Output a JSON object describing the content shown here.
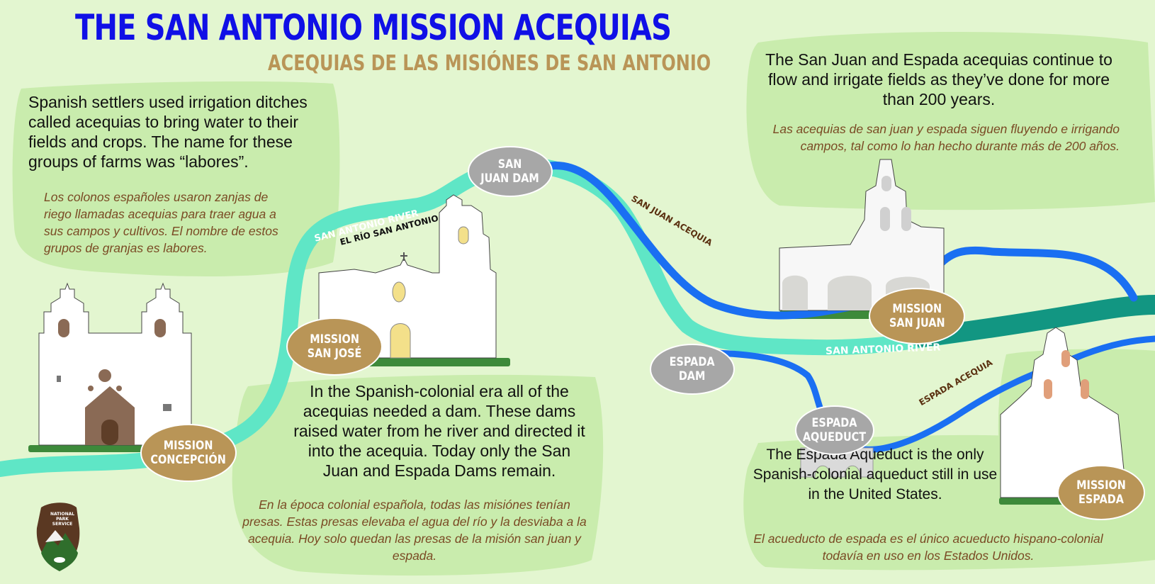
{
  "header": {
    "title": "THE SAN ANTONIO MISSION ACEQUIAS",
    "subtitle": "ACEQUIAS DE LAS MISIÓNES DE SAN ANTONIO"
  },
  "intro": {
    "en": "Spanish settlers used irrigation ditches called acequias to bring water to their fields and crops. The name for these groups of farms was “labores”.",
    "es": "Los colonos españoles usaron zanjas de riego llamadas acequias para traer agua a sus campos y cultivos. El nombre de estos grupos de granjas es labores."
  },
  "dams": {
    "en": "In the Spanish-colonial era all of the acequias needed a dam. These dams raised water from he river and directed it into the acequia. Today only the San Juan and Espada Dams remain.",
    "es": "En la época colonial española, todas las misiónes tenían presas. Estas presas elevaba el agua del río y la desviaba a la acequia. Hoy solo quedan las presas de la misión san juan y espada."
  },
  "flow": {
    "en": "The San Juan and Espada acequias continue to flow and irrigate fields as they’ve done for more than 200 years.",
    "es": "Las acequias de san juan y espada siguen fluyendo e irrigando campos, tal como lo han hecho durante más de 200 años."
  },
  "aqueduct": {
    "en": "The Espada Aqueduct is the only Spanish-colonial aqueduct still in use in the United States.",
    "es": "El acueducto de espada es el único acueducto hispano-colonial todavía en uso en los Estados Unidos."
  },
  "map_labels": {
    "river_upper": "SAN ANTONIO RIVER",
    "river_upper_es": "EL RÍO SAN ANTONIO",
    "river_lower": "SAN ANTONIO RIVER",
    "san_juan_acequia": "SAN JUAN ACEQUIA",
    "espada_acequia": "ESPADA ACEQUIA"
  },
  "places": {
    "concepcion": "MISSION\nCONCEPCIÓN",
    "san_jose": "MISSION\nSAN JOSÉ",
    "san_juan_dam": "SAN\nJUAN DAM",
    "espada_dam": "ESPADA\nDAM",
    "san_juan": "MISSION\nSAN JUAN",
    "espada_aqueduct": "ESPADA\nAQUEDUCT",
    "espada": "MISSION\nESPADA"
  },
  "logo": {
    "text": "NATIONAL PARK SERVICE"
  },
  "colors": {
    "background": "#e3f6d0",
    "panel": "#c9ecad",
    "river": "#5fe6c6",
    "river_dark": "#0f8a7a",
    "acequia": "#1a6ff2",
    "title": "#1010e6",
    "subtitle": "#b99557",
    "spanish_text": "#7a4a24",
    "mission_label": "#b99557",
    "dam_label": "#a7a7a7"
  }
}
